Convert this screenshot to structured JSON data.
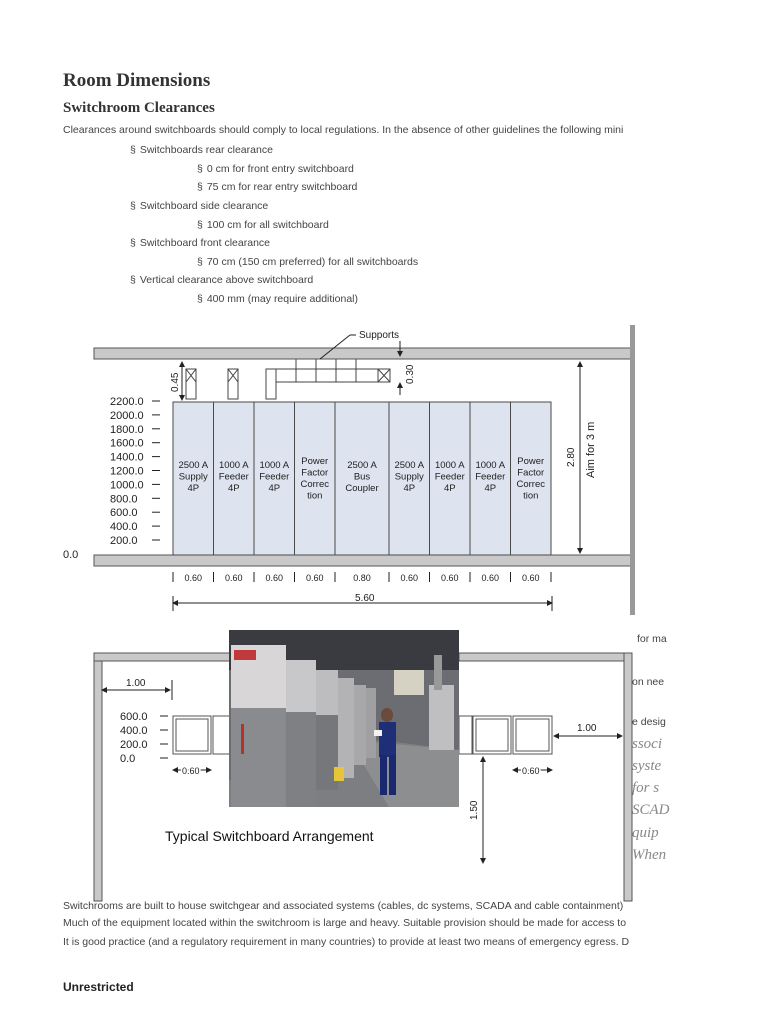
{
  "heading": "Room Dimensions",
  "subheading": "Switchroom Clearances",
  "intro": "Clearances around switchboards should comply to local regulations. In the absence of other guidelines the following mini",
  "bullet_symbol": "§",
  "list": [
    {
      "text": "Switchboards rear clearance",
      "level": 1
    },
    {
      "text": "0 cm for front entry switchboard",
      "level": 2
    },
    {
      "text": "75 cm for rear entry switchboard",
      "level": 2
    },
    {
      "text": "Switchboard side clearance",
      "level": 1
    },
    {
      "text": "100 cm for all switchboard",
      "level": 2
    },
    {
      "text": "Switchboard front clearance",
      "level": 1
    },
    {
      "text": "70 cm (150 cm preferred) for all switchboards",
      "level": 2
    },
    {
      "text": "Vertical clearance above switchboard",
      "level": 1
    },
    {
      "text": "400 mm (may require additional)",
      "level": 2
    }
  ],
  "diagram": {
    "supports_label": "Supports",
    "dim_045": "0.45",
    "dim_030": "0.30",
    "dim_280": "2.80",
    "aim_label": "Aim for 3 m",
    "scale_top": [
      "2200.0",
      "2000.0",
      "1800.0",
      "1600.0",
      "1400.0",
      "1200.0",
      "1000.0",
      "800.0",
      "600.0",
      "400.0",
      "200.0"
    ],
    "zero_label": "0.0",
    "panels": [
      {
        "label": "2500 A\nSupply\n4P",
        "width": "0.60"
      },
      {
        "label": "1000 A\nFeeder\n4P",
        "width": "0.60"
      },
      {
        "label": "1000 A\nFeeder\n4P",
        "width": "0.60"
      },
      {
        "label": "Power\nFactor\nCorrec\ntion",
        "width": "0.60"
      },
      {
        "label": "2500 A\nBus\nCoupler",
        "width": "0.80"
      },
      {
        "label": "2500 A\nSupply\n4P",
        "width": "0.60"
      },
      {
        "label": "1000 A\nFeeder\n4P",
        "width": "0.60"
      },
      {
        "label": "1000 A\nFeeder\n4P",
        "width": "0.60"
      },
      {
        "label": "Power\nFactor\nCorrec\ntion",
        "width": "0.60"
      }
    ],
    "total_width": "5.60",
    "plan_left_clear": "1.00",
    "plan_right_clear": "1.00",
    "plan_front_clear": "1.50",
    "plan_scale": [
      "600.0",
      "400.0",
      "200.0",
      "0.0"
    ],
    "plan_width_left": "0.60",
    "plan_width_right": "0.60",
    "caption": "Typical Switchboard Arrangement"
  },
  "right_fragments": [
    "for ma",
    "on nee",
    "e desig"
  ],
  "italic_fragments": [
    "ssoci",
    "syste",
    "for s",
    "SCAD",
    "quip",
    "When"
  ],
  "paragraphs": [
    "Switchrooms are built to house switchgear and associated systems (cables, dc systems, SCADA and cable containment)",
    "Much of the equipment located within the switchroom is large and heavy. Suitable provision should be made for access to",
    "It is good practice (and a regulatory requirement in many countries) to provide at least two means of emergency egress. D"
  ],
  "footer": "Unrestricted"
}
